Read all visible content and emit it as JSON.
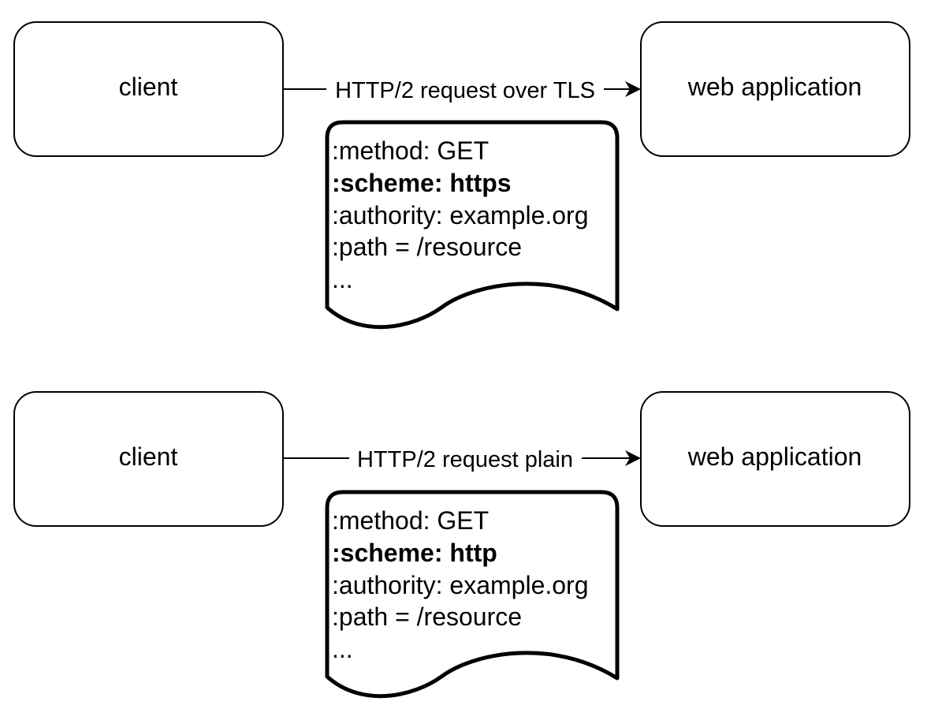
{
  "colors": {
    "stroke": "#000000",
    "fill": "#ffffff",
    "text": "#000000"
  },
  "top": {
    "client_label": "client",
    "server_label": "web application",
    "edge_label": "HTTP/2 request over TLS",
    "document": {
      "lines": [
        ":method: GET",
        ":scheme: https",
        ":authority: example.org",
        ":path = /resource",
        "..."
      ]
    }
  },
  "bottom": {
    "client_label": "client",
    "server_label": "web application",
    "edge_label": "HTTP/2 request plain",
    "document": {
      "lines": [
        ":method: GET",
        ":scheme: http",
        ":authority: example.org",
        ":path = /resource",
        "..."
      ]
    }
  }
}
